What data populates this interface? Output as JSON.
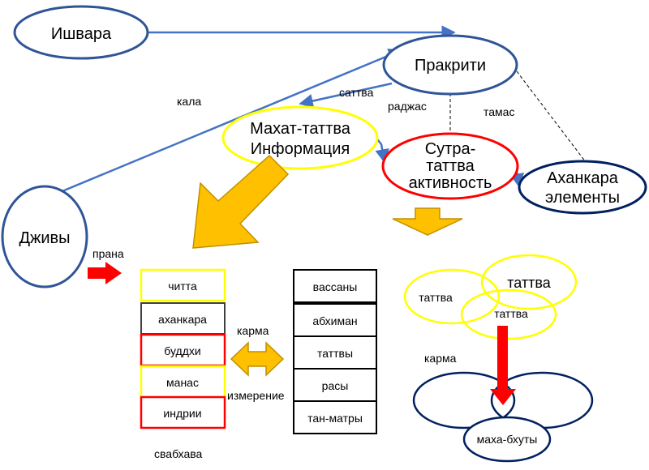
{
  "colors": {
    "blue": "#2F5597",
    "yellow": "#FFFF00",
    "red": "#FF0000",
    "navy": "#002060",
    "gold": "#FFC000",
    "dark_gold": "#BF9000",
    "gray_border": "#404040"
  },
  "nodes": {
    "ishvara": "Ишвара",
    "prakriti": "Пракрити",
    "mahat_line1": "Махат-таттва",
    "mahat_line2": "Информация",
    "sutra_line1": "Сутра-",
    "sutra_line2": "таттва",
    "sutra_line3": "активность",
    "ahankara_line1": "Аханкара",
    "ahankara_line2": "элементы",
    "jivy": "Дживы",
    "maha_bhuty": "маха-бхуты"
  },
  "edge_labels": {
    "kala": "кала",
    "sattva": "саттва",
    "radzhas": "раджас",
    "tamas": "тамас",
    "prana": "прана",
    "karma_center": "карма",
    "izmerenie": "измерение",
    "karma_right": "карма",
    "svabhava": "свабхава"
  },
  "left_stack": [
    "читта",
    "аханкара",
    "буддхи",
    "манас",
    "индрии"
  ],
  "middle_stack": [
    "вассаны",
    "абхиман",
    "таттвы",
    "расы",
    "тан-матры"
  ],
  "tattva_circles": [
    "таттва",
    "таттва",
    "таттва"
  ]
}
